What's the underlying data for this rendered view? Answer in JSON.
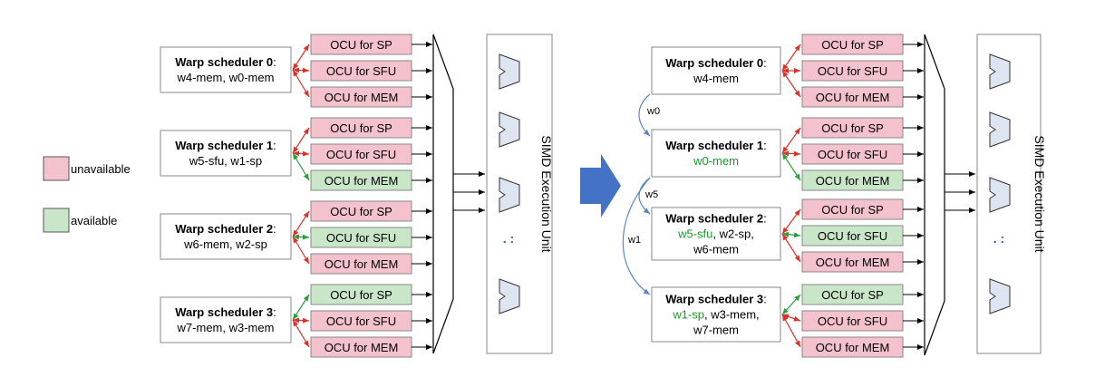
{
  "legend": [
    {
      "label": "unavailable",
      "color": "#f4c2cc"
    },
    {
      "label": "available",
      "color": "#c9e6c8"
    }
  ],
  "colors": {
    "unavailable": "#f4c2cc",
    "available": "#c9e6c8",
    "red_arrow": "#d9342b",
    "green_arrow": "#2e9e3a",
    "green_text": "#1a9a2a",
    "blue_arrow": "#5b87c5",
    "alu_fill": "#dde5f0",
    "big_arrow": "#4472c4"
  },
  "exec_unit_label": "SIMD Execution Unit",
  "exec_dots": ". :",
  "left": {
    "schedulers": [
      {
        "title": "Warp scheduler 0",
        "colon": ":",
        "lines": [
          [
            {
              "t": "w4-mem, w0-mem",
              "c": "k"
            }
          ]
        ],
        "ocus": [
          {
            "label": "OCU for SP",
            "avail": false
          },
          {
            "label": "OCU for SFU",
            "avail": false
          },
          {
            "label": "OCU for MEM",
            "avail": false
          }
        ]
      },
      {
        "title": "Warp scheduler 1",
        "colon": ":",
        "lines": [
          [
            {
              "t": "w5-sfu, w1-sp",
              "c": "k"
            }
          ]
        ],
        "ocus": [
          {
            "label": "OCU for SP",
            "avail": false
          },
          {
            "label": "OCU for SFU",
            "avail": false
          },
          {
            "label": "OCU for MEM",
            "avail": true
          }
        ]
      },
      {
        "title": "Warp scheduler 2",
        "colon": ":",
        "lines": [
          [
            {
              "t": "w6-mem, w2-sp",
              "c": "k"
            }
          ]
        ],
        "ocus": [
          {
            "label": "OCU for SP",
            "avail": false
          },
          {
            "label": "OCU for SFU",
            "avail": true
          },
          {
            "label": "OCU for MEM",
            "avail": false
          }
        ]
      },
      {
        "title": "Warp scheduler 3",
        "colon": ":",
        "lines": [
          [
            {
              "t": "w7-mem, w3-mem",
              "c": "k"
            }
          ]
        ],
        "ocus": [
          {
            "label": "OCU for SP",
            "avail": true
          },
          {
            "label": "OCU for SFU",
            "avail": false
          },
          {
            "label": "OCU for MEM",
            "avail": false
          }
        ]
      }
    ]
  },
  "right": {
    "schedulers": [
      {
        "title": "Warp scheduler 0",
        "colon": ":",
        "lines": [
          [
            {
              "t": "w4-mem",
              "c": "k"
            }
          ]
        ],
        "ocus": [
          {
            "label": "OCU for SP",
            "avail": false
          },
          {
            "label": "OCU for SFU",
            "avail": false
          },
          {
            "label": "OCU for MEM",
            "avail": false
          }
        ]
      },
      {
        "title": "Warp scheduler 1",
        "colon": ":",
        "lines": [
          [
            {
              "t": "w0-mem",
              "c": "g"
            }
          ]
        ],
        "ocus": [
          {
            "label": "OCU for SP",
            "avail": false
          },
          {
            "label": "OCU for SFU",
            "avail": false
          },
          {
            "label": "OCU for MEM",
            "avail": true
          }
        ]
      },
      {
        "title": "Warp scheduler 2",
        "colon": ":",
        "lines": [
          [
            {
              "t": "w5-sfu",
              "c": "g"
            },
            {
              "t": ", w2-sp,",
              "c": "k"
            }
          ],
          [
            {
              "t": "w6-mem",
              "c": "k"
            }
          ]
        ],
        "ocus": [
          {
            "label": "OCU for SP",
            "avail": false
          },
          {
            "label": "OCU for SFU",
            "avail": true
          },
          {
            "label": "OCU for MEM",
            "avail": false
          }
        ]
      },
      {
        "title": "Warp scheduler 3",
        "colon": ":",
        "lines": [
          [
            {
              "t": "w1-sp",
              "c": "g"
            },
            {
              "t": ", w3-mem,",
              "c": "k"
            }
          ],
          [
            {
              "t": "w7-mem",
              "c": "k"
            }
          ]
        ],
        "ocus": [
          {
            "label": "OCU for SP",
            "avail": true
          },
          {
            "label": "OCU for SFU",
            "avail": false
          },
          {
            "label": "OCU for  MEM",
            "avail": false
          }
        ]
      }
    ],
    "migrations": [
      {
        "label": "w0",
        "from": 0,
        "to": 1
      },
      {
        "label": "w5",
        "from": 1,
        "to": 2
      },
      {
        "label": "w1",
        "from": 1,
        "to": 3
      }
    ]
  }
}
